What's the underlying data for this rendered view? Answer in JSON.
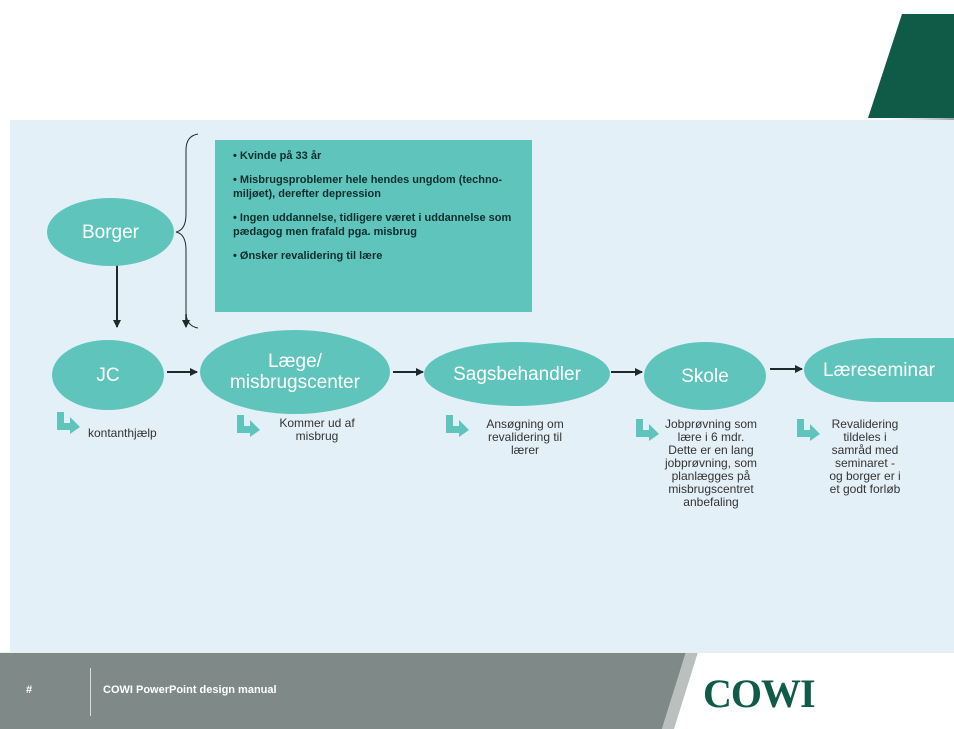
{
  "footer": {
    "page_number": "#",
    "title": "COWI PowerPoint design manual",
    "logo": "COWI"
  },
  "diagram": {
    "origin_node": "Borger",
    "info_items": [
      "• Kvinde på 33 år",
      "• Misbrugsproblemer hele hendes ungdom (techno-miljøet), derefter depression",
      "• Ingen uddannelse, tidligere været i uddannelse som pædagog men frafald pga. misbrug",
      "• Ønsker revalidering til lære"
    ],
    "steps": [
      {
        "label": "JC",
        "outcome": "kontanthjælp"
      },
      {
        "label": "Læge/\nmisbrugscenter",
        "outcome": "Kommer ud af\nmisbrug"
      },
      {
        "label": "Sagsbehandler",
        "outcome": "Ansøgning om\nrevalidering til\nlærer"
      },
      {
        "label": "Skole",
        "outcome": "Jobprøvning som\nlære i 6 mdr.\nDette er en lang\njobprøvning, som\nplanlægges på\nmisbrugscentret\nanbefaling"
      },
      {
        "label": "Læreseminar",
        "outcome": "Revalidering\ntildeles i\nsamråd med\nseminaret -\nog borger er i\net godt forløb"
      }
    ]
  },
  "colors": {
    "panel": "#e4f0f7",
    "node": "#5fc5bc",
    "footer_gray": "#7f8a88",
    "accent_green": "#0f5b47"
  }
}
